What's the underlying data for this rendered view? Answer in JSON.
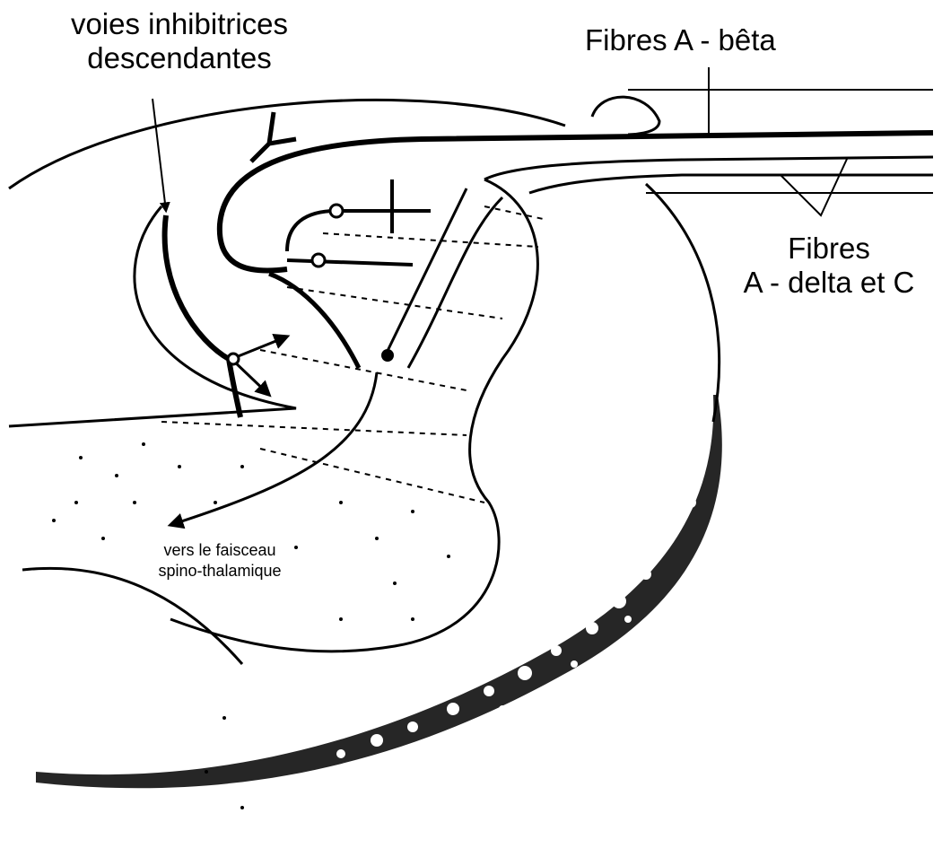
{
  "labels": {
    "descending_line1": "voies inhibitrices",
    "descending_line2": "descendantes",
    "abeta": "Fibres A - bêta",
    "adelta_line1": "Fibres",
    "adelta_line2": "A - delta et C",
    "spino_line1": "vers le faisceau",
    "spino_line2": "spino-thalamique"
  },
  "colors": {
    "ink": "#000000",
    "paper": "#ffffff"
  }
}
